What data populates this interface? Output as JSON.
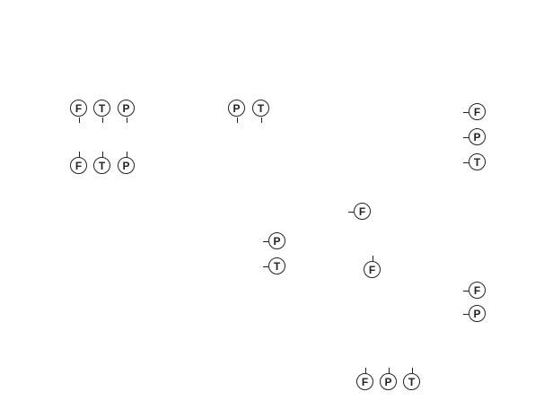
{
  "symbols": {
    "F": "F",
    "T": "T",
    "P": "P"
  },
  "groups": [
    {
      "id": "g1",
      "nodes": [
        "F",
        "T",
        "P"
      ],
      "tick": "down"
    },
    {
      "id": "g2",
      "nodes": [
        "F",
        "T",
        "P"
      ],
      "tick": "up"
    },
    {
      "id": "g3",
      "nodes": [
        "P",
        "T"
      ],
      "tick": "down"
    },
    {
      "id": "g4",
      "nodes": [
        "F",
        "P",
        "T"
      ],
      "tick": "left"
    },
    {
      "id": "g5",
      "nodes": [
        "F"
      ],
      "tick": "left"
    },
    {
      "id": "g6",
      "nodes": [
        "P",
        "T"
      ],
      "tick": "left"
    },
    {
      "id": "g7",
      "nodes": [
        "F"
      ],
      "tick": "up"
    },
    {
      "id": "g8",
      "nodes": [
        "F",
        "P"
      ],
      "tick": "left"
    },
    {
      "id": "g9",
      "nodes": [
        "F",
        "P",
        "T"
      ],
      "tick": "up"
    }
  ],
  "colors": {
    "stroke": "#222222",
    "background": "#ffffff"
  }
}
